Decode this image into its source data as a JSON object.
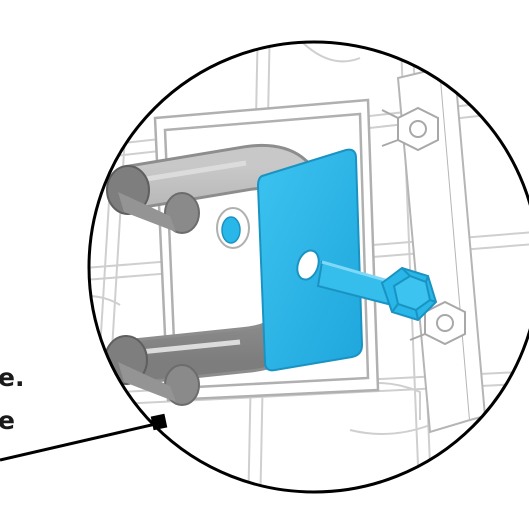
{
  "callout_text": {
    "line1": "e.",
    "line2": "e"
  },
  "colors": {
    "highlight_part": "#29b6e8",
    "highlight_edge": "#1a93c2",
    "bracket_fill": "#9a9a9a",
    "bracket_light": "#c4c4c4",
    "outline": "#bdbdbd",
    "circle_stroke": "#000000"
  },
  "parts": {
    "highlighted": "spacer-plate-with-bolt",
    "context": "u-bracket-on-wire-panel"
  }
}
